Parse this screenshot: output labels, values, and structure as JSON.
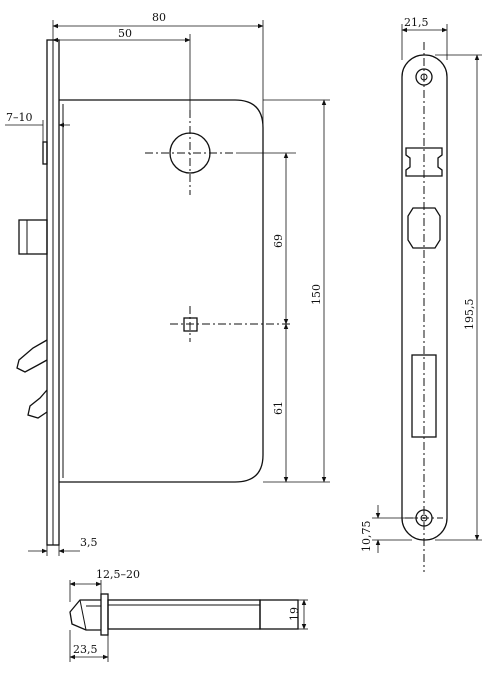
{
  "dimensions": {
    "width_80": "80",
    "width_50": "50",
    "offset_7_10": "7–10",
    "height_69": "69",
    "height_150": "150",
    "height_61": "61",
    "thickness_3_5": "3,5",
    "plate_width_21_5": "21,5",
    "plate_height_195_5": "195,5",
    "hole_offset_10_75": "10,75",
    "bolt_range_12_5_20": "12,5–20",
    "bolt_height_19": "19",
    "bolt_length_23_5": "23,5"
  }
}
